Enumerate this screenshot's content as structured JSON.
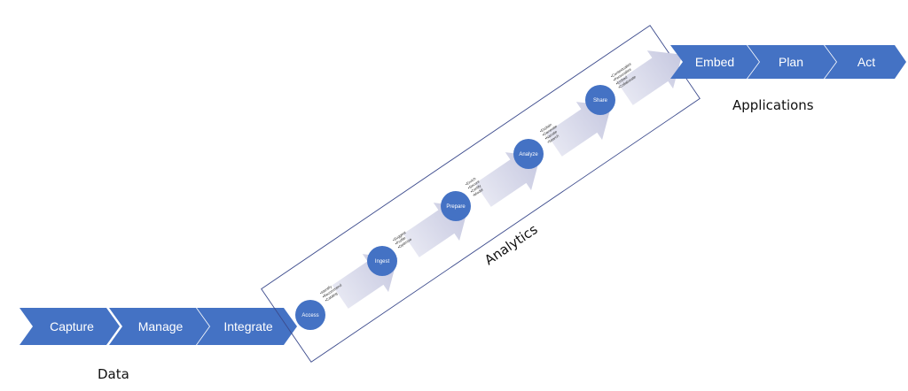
{
  "data_group": {
    "label": "Data",
    "steps": [
      {
        "label": "Capture"
      },
      {
        "label": "Manage"
      },
      {
        "label": "Integrate"
      }
    ]
  },
  "analytics_group": {
    "label": "Analytics",
    "stages": [
      {
        "label": "Access",
        "bullets": [
          "Identify",
          "Recommend",
          "Catalog"
        ]
      },
      {
        "label": "Ingest",
        "bullets": [
          "Suggest",
          "Profile",
          "Optimize"
        ]
      },
      {
        "label": "Prepare",
        "bullets": [
          "Enrich",
          "Secure",
          "Certify",
          "Model"
        ]
      },
      {
        "label": "Analyze",
        "bullets": [
          "Explain",
          "Generate",
          "Narrate",
          "Search"
        ]
      },
      {
        "label": "Share",
        "bullets": [
          "Contextualize",
          "Personalize",
          "Embed",
          "Collaborate"
        ]
      }
    ]
  },
  "applications_group": {
    "label": "Applications",
    "steps": [
      {
        "label": "Embed"
      },
      {
        "label": "Plan"
      },
      {
        "label": "Act"
      }
    ]
  },
  "colors": {
    "chevron": "#4472c4",
    "circle": "#4472c4",
    "arrow_light": "#dadbec",
    "arrow_mid": "#c9cbe3",
    "frame": "#3b4a8c"
  }
}
